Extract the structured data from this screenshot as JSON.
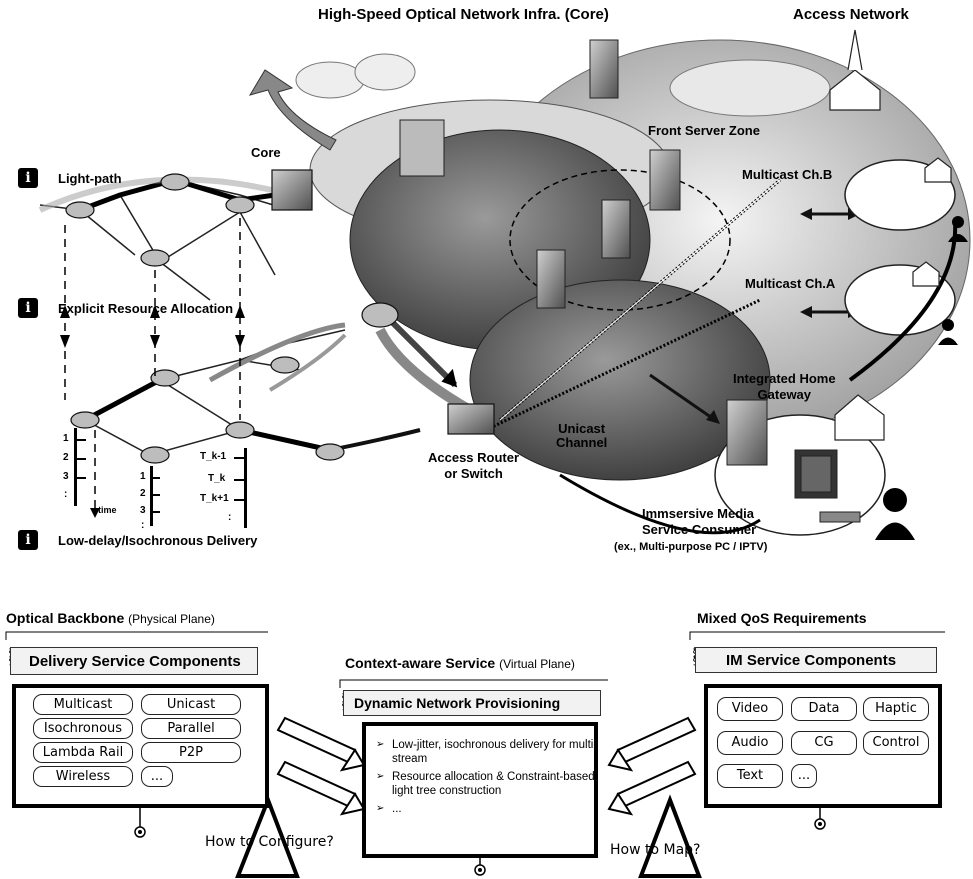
{
  "top": {
    "core_title": "High-Speed Optical Network Infra. (Core)",
    "access_title": "Access Network",
    "core_label": "Core",
    "front_server_zone": "Front Server Zone",
    "multicast_b": "Multicast Ch.B",
    "multicast_a": "Multicast Ch.A",
    "unicast_channel": "Unicast\nChannel",
    "access_router": "Access Router\nor Switch",
    "home_gateway": "Integrated Home\nGateway",
    "consumer_line1": "Immsersive Media",
    "consumer_line2": "Service Consumer",
    "consumer_line3": "(ex., Multi-purpose PC / IPTV)",
    "light_path": "Light-path",
    "explicit_allocation": "Explicit Resource Allocation",
    "low_delay": "Low-delay/Isochronous Delivery",
    "info_glyph": "i",
    "time_label": "time",
    "ticks_left": [
      "1",
      "2",
      "3",
      ":"
    ],
    "ticks_mid": [
      "1",
      "2",
      "3",
      ":"
    ],
    "ticks_right": [
      "T_k-1",
      "T_k",
      "T_k+1",
      ":"
    ]
  },
  "panels": {
    "left": {
      "heading": "Optical Backbone",
      "heading_sub": "(Physical Plane)",
      "tab": "Delivery Service Components",
      "items": [
        "Multicast",
        "Unicast",
        "Isochronous",
        "Parallel",
        "Lambda Rail",
        "P2P",
        "Wireless",
        "..."
      ]
    },
    "center": {
      "heading": "Context-aware Service",
      "heading_sub": "(Virtual Plane)",
      "tab": "Dynamic Network Provisioning",
      "bullets": [
        "Low-jitter, isochronous delivery for multi-stream",
        "Resource allocation & Constraint-based light tree construction",
        "..."
      ]
    },
    "right": {
      "heading": "Mixed QoS Requirements",
      "tab": "IM Service Components",
      "items": [
        "Video",
        "Data",
        "Haptic",
        "Audio",
        "CG",
        "Control",
        "Text",
        "..."
      ]
    }
  },
  "questions": {
    "configure": "How to Configure?",
    "map": "How to Map?"
  }
}
